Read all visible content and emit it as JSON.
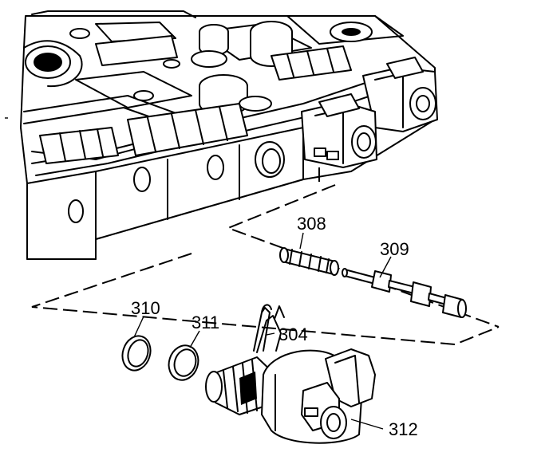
{
  "callouts": {
    "spring": "308",
    "valve": "309",
    "retainer_clip": "304",
    "seal_ring_outer": "310",
    "seal_ring_inner": "311",
    "solenoid": "312"
  }
}
